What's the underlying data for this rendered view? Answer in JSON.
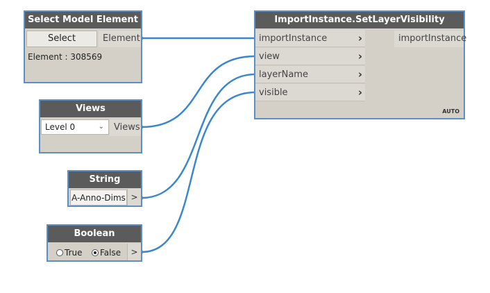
{
  "nodes": {
    "select_model_element": {
      "title": "Select Model Element",
      "button_label": "Select",
      "output_label": "Element",
      "info": "Element : 308569"
    },
    "views": {
      "title": "Views",
      "selected_value": "Level 0",
      "output_label": "Views"
    },
    "string": {
      "title": "String",
      "value": "A-Anno-Dims",
      "output_label": ">"
    },
    "boolean": {
      "title": "Boolean",
      "option_true": "True",
      "option_false": "False",
      "selected": "False",
      "output_label": ">"
    },
    "set_layer_visibility": {
      "title": "ImportInstance.SetLayerVisibility",
      "inputs": [
        "importInstance",
        "view",
        "layerName",
        "visible"
      ],
      "output_label": "importInstance",
      "lacing": "AUTO"
    }
  },
  "colors": {
    "wire": "#3a86cf",
    "node_border": "#5a90c6",
    "header_bg": "#5b5b5b",
    "node_bg": "#d4d0c8"
  }
}
